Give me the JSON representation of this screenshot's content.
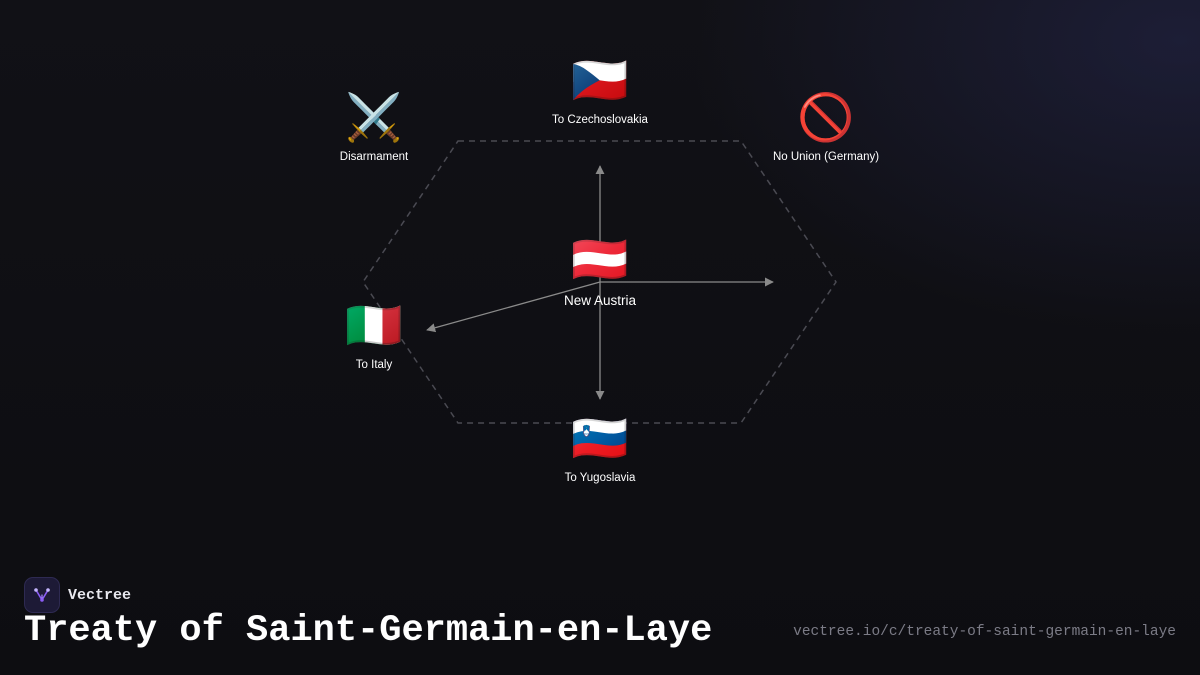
{
  "diagram": {
    "center": {
      "icon": "🇦🇹",
      "icon_name": "austria-flag-icon",
      "label": "New Austria"
    },
    "nodes": [
      {
        "id": "czechoslovakia",
        "icon": "🇨🇿",
        "icon_name": "czech-flag-icon",
        "label": "To Czechoslovakia"
      },
      {
        "id": "disarmament",
        "icon": "⚔️",
        "icon_name": "crossed-swords-icon",
        "label": "Disarmament"
      },
      {
        "id": "no-union",
        "icon": "🚫",
        "icon_name": "prohibited-icon",
        "label": "No Union (Germany)"
      },
      {
        "id": "italy",
        "icon": "🇮🇹",
        "icon_name": "italy-flag-icon",
        "label": "To Italy"
      },
      {
        "id": "yugoslavia",
        "icon": "🇸🇮",
        "icon_name": "slovenia-flag-icon",
        "label": "To Yugoslavia"
      }
    ],
    "colors": {
      "arrow": "#8a8a8a",
      "hexagon": "#4a4a52"
    }
  },
  "brand": {
    "name": "Vectree",
    "icon_name": "vectree-logo-icon",
    "accent": "#8b5cf6"
  },
  "footer": {
    "title": "Treaty of Saint-Germain-en-Laye",
    "url": "vectree.io/c/treaty-of-saint-germain-en-laye"
  }
}
